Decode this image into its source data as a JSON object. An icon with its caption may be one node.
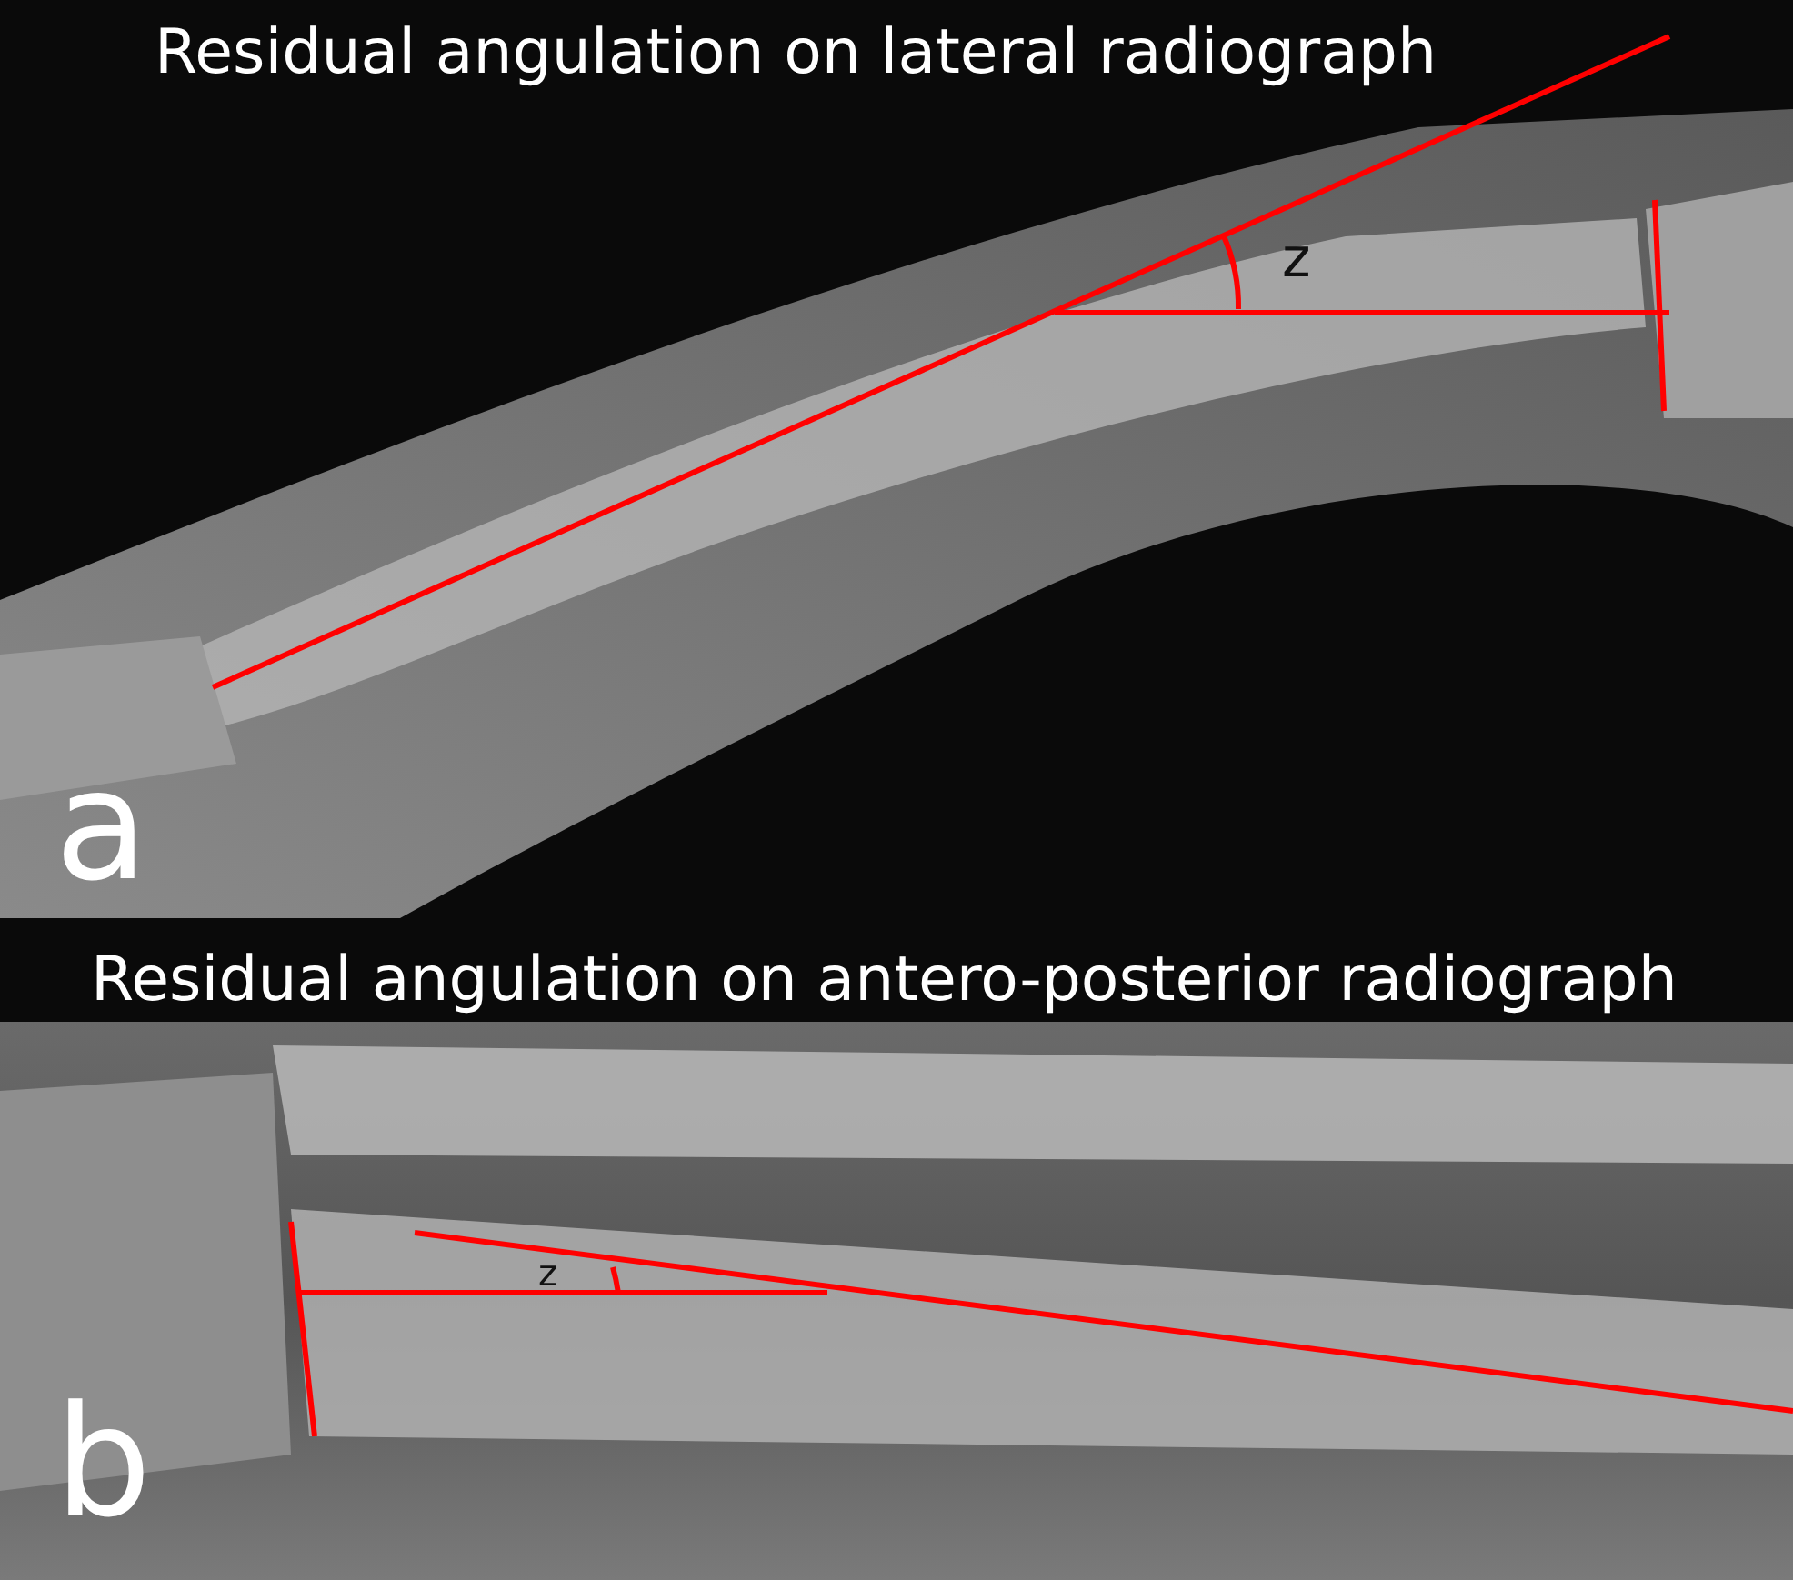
{
  "diagram": {
    "labels": [
      "Residual angulation on lateral radiograph",
      "z",
      "a",
      "Residual angulation on antero-posterior radiograph",
      "z",
      "b"
    ]
  }
}
